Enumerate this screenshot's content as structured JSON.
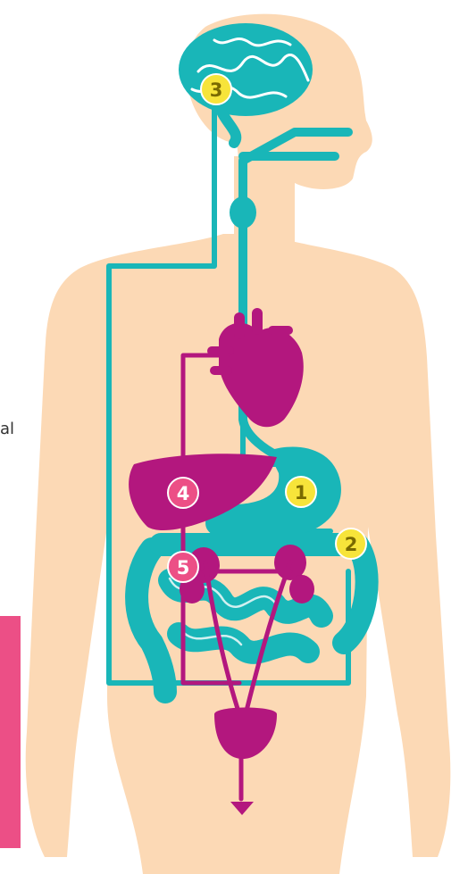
{
  "clipped_text": "al",
  "markers": [
    {
      "id": "marker-1",
      "label": "1",
      "color": "#f7e43a",
      "text_color": "#7a6a00"
    },
    {
      "id": "marker-2",
      "label": "2",
      "color": "#f7e43a",
      "text_color": "#7a6a00"
    },
    {
      "id": "marker-3",
      "label": "3",
      "color": "#f7e43a",
      "text_color": "#7a6a00"
    },
    {
      "id": "marker-4",
      "label": "4",
      "color": "#ec4f86",
      "text_color": "#ffffff"
    },
    {
      "id": "marker-5",
      "label": "5",
      "color": "#ec4f86",
      "text_color": "#ffffff"
    }
  ],
  "colors": {
    "skin": "#fcd9b5",
    "teal_pathway": "#19b6b8",
    "magenta_organs": "#b3177e",
    "accent_pink": "#ec4f86"
  },
  "icons": [
    "brain-icon",
    "heart-icon",
    "liver-icon",
    "stomach-icon",
    "intestines-icon",
    "kidney-icon",
    "bladder-icon",
    "thyroid-icon",
    "arrow-down-icon"
  ]
}
